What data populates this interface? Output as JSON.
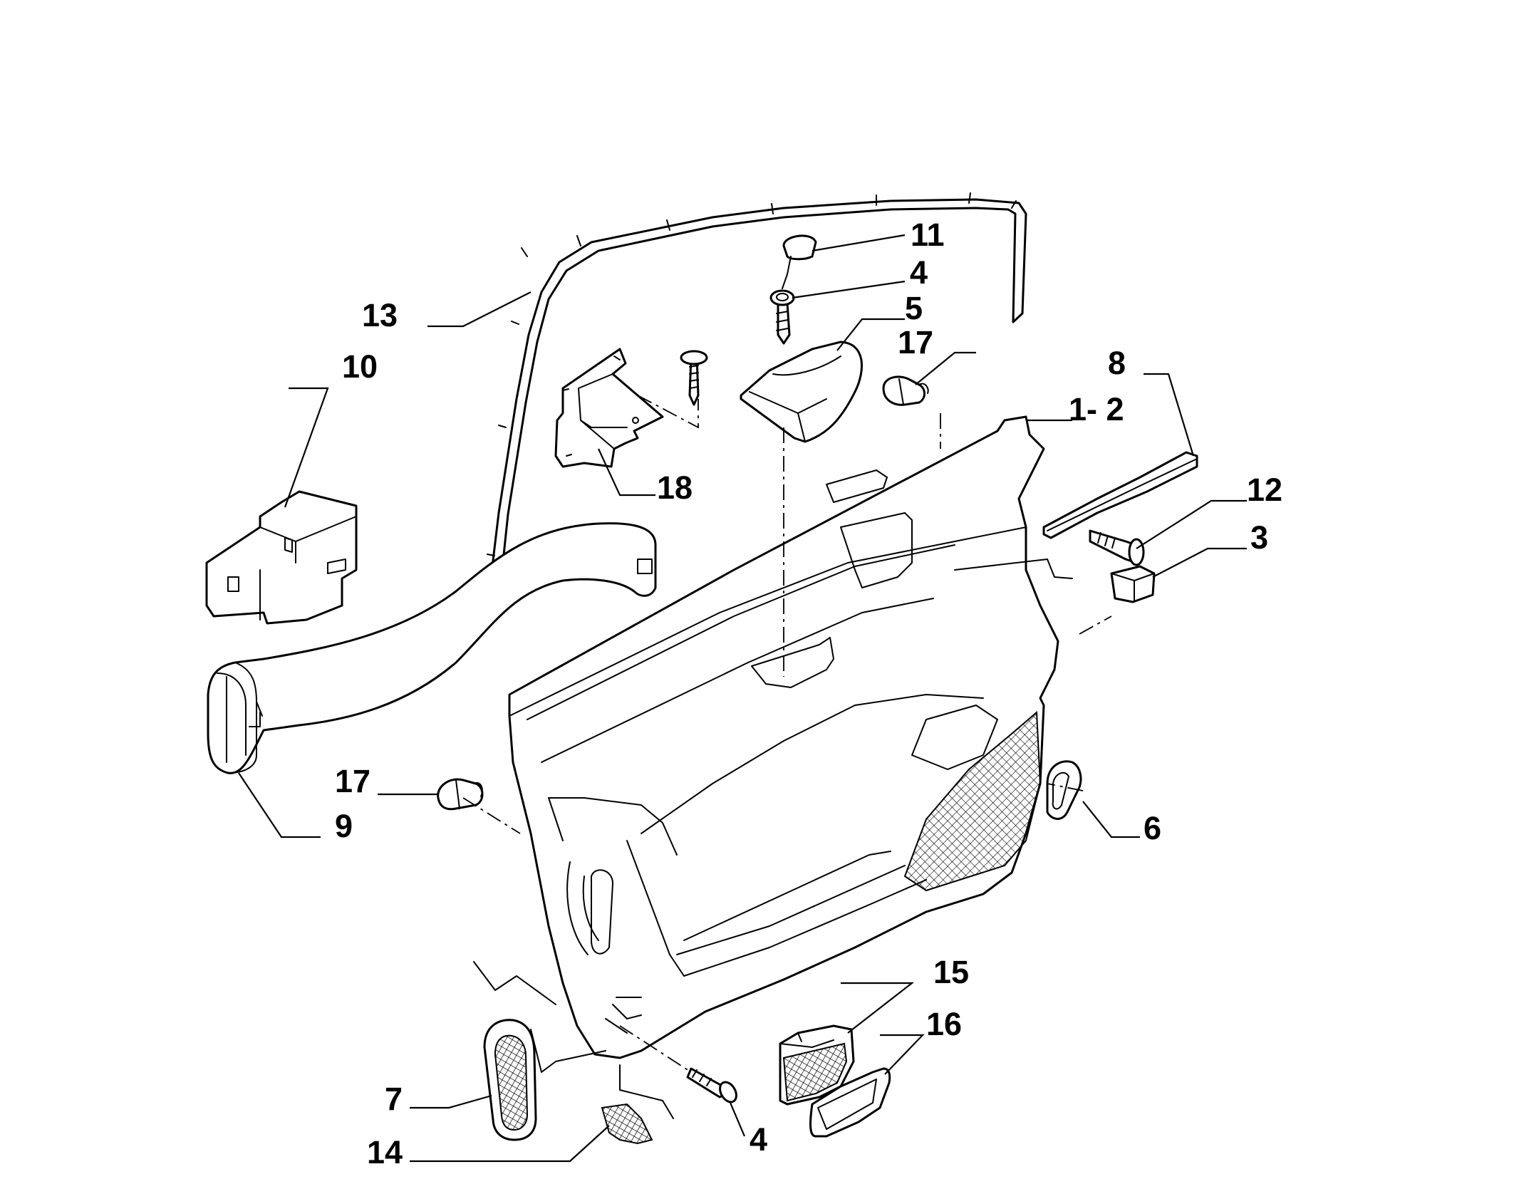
{
  "diagram": {
    "callouts": [
      {
        "id": "c11",
        "label": "11"
      },
      {
        "id": "c4a",
        "label": "4"
      },
      {
        "id": "c5",
        "label": "5"
      },
      {
        "id": "c17a",
        "label": "17"
      },
      {
        "id": "c13",
        "label": "13"
      },
      {
        "id": "c10",
        "label": "10"
      },
      {
        "id": "c8",
        "label": "8"
      },
      {
        "id": "c12",
        "label": "1- 2"
      },
      {
        "id": "c12b",
        "label": "12"
      },
      {
        "id": "c3",
        "label": "3"
      },
      {
        "id": "c18",
        "label": "18"
      },
      {
        "id": "c17b",
        "label": "17"
      },
      {
        "id": "c9",
        "label": "9"
      },
      {
        "id": "c6",
        "label": "6"
      },
      {
        "id": "c15",
        "label": "15"
      },
      {
        "id": "c16",
        "label": "16"
      },
      {
        "id": "c7",
        "label": "7"
      },
      {
        "id": "c14",
        "label": "14"
      },
      {
        "id": "c4b",
        "label": "4"
      }
    ]
  }
}
